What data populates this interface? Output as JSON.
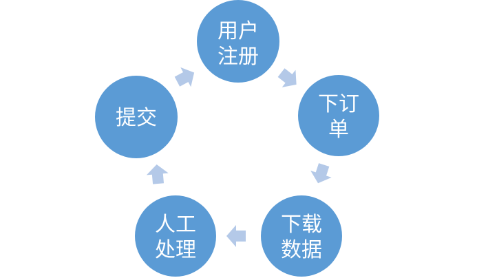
{
  "diagram": {
    "type": "cycle",
    "colors": {
      "node_fill": "#5b9bd5",
      "arrow_fill": "#b4c9e8",
      "text": "#ffffff",
      "background": "#ffffff"
    },
    "nodes": [
      {
        "id": "register",
        "lines": [
          "用户",
          "注册"
        ]
      },
      {
        "id": "order",
        "lines": [
          "下订",
          "单"
        ]
      },
      {
        "id": "download",
        "lines": [
          "下载",
          "数据"
        ]
      },
      {
        "id": "manual",
        "lines": [
          "人工",
          "处理"
        ]
      },
      {
        "id": "submit",
        "lines": [
          "提交"
        ]
      }
    ],
    "edges": [
      {
        "from": "register",
        "to": "order"
      },
      {
        "from": "order",
        "to": "download"
      },
      {
        "from": "download",
        "to": "manual"
      },
      {
        "from": "manual",
        "to": "submit"
      },
      {
        "from": "submit",
        "to": "register"
      }
    ]
  }
}
